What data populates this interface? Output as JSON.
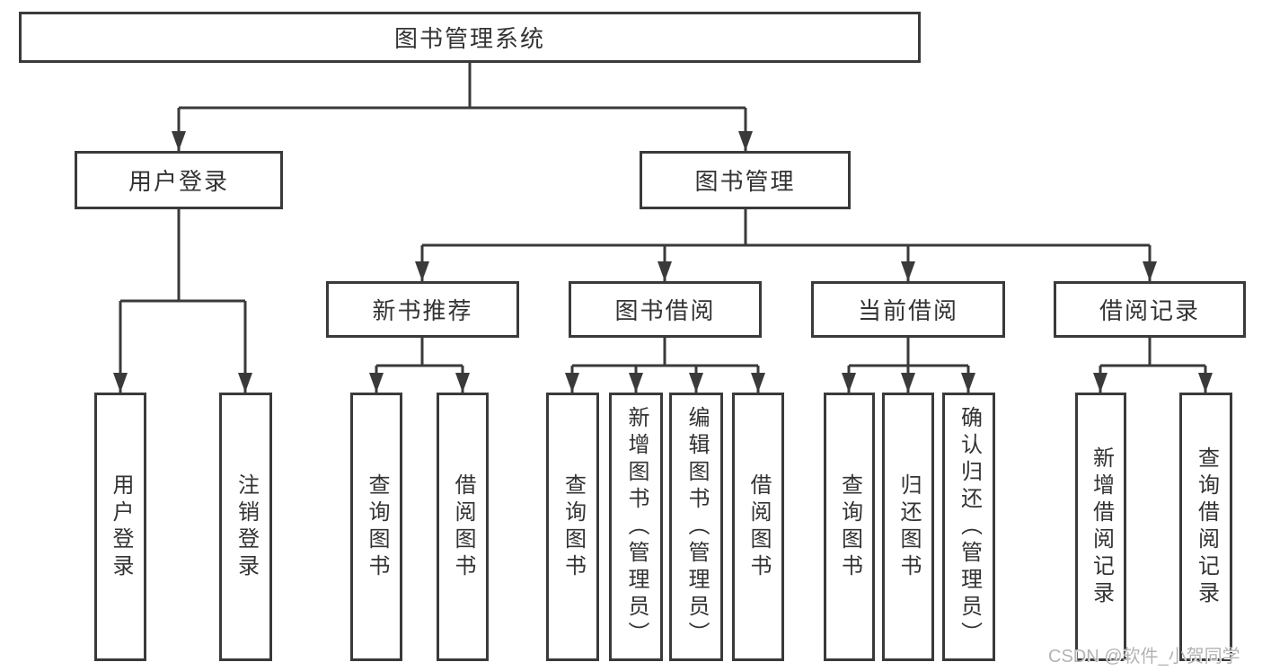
{
  "diagram_title": "图书管理系统",
  "tree": {
    "label": "图书管理系统",
    "children": [
      {
        "label": "用户登录",
        "children": [
          {
            "label": "用户登录"
          },
          {
            "label": "注销登录"
          }
        ]
      },
      {
        "label": "图书管理",
        "children": [
          {
            "label": "新书推荐",
            "children": [
              {
                "label": "查询图书"
              },
              {
                "label": "借阅图书"
              }
            ]
          },
          {
            "label": "图书借阅",
            "children": [
              {
                "label": "查询图书"
              },
              {
                "label": "新增图书（管理员）"
              },
              {
                "label": "编辑图书（管理员）"
              },
              {
                "label": "借阅图书"
              }
            ]
          },
          {
            "label": "当前借阅",
            "children": [
              {
                "label": "查询图书"
              },
              {
                "label": "归还图书"
              },
              {
                "label": "确认归还（管理员）"
              }
            ]
          },
          {
            "label": "借阅记录",
            "children": [
              {
                "label": "新增借阅记录"
              },
              {
                "label": "查询借阅记录"
              }
            ]
          }
        ]
      }
    ]
  },
  "watermark": "CSDN @软件_小贺同学",
  "colors": {
    "line": "#3a3a3a",
    "text": "#333333",
    "watermark": "#b3b3b3",
    "background": "#ffffff"
  }
}
